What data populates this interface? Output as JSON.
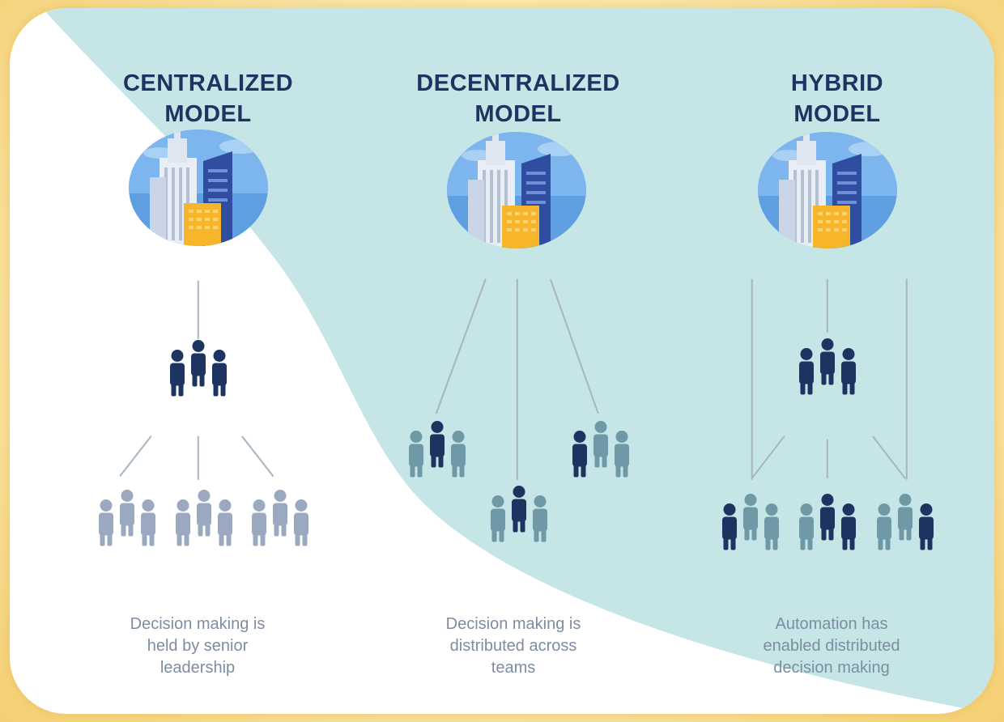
{
  "colors": {
    "frame_yellow": "#f5cf73",
    "card_bg": "#ffffff",
    "wave_teal": "#c5e5e6",
    "navy": "#1d3461",
    "grey_blue": "#9aa9c0",
    "teal_grey": "#6f99a6",
    "text_grey": "#7d8da1"
  },
  "models": [
    {
      "title_line1": "CENTRALIZED",
      "title_line2": "MODEL",
      "icon": "city-buildings-icon",
      "desc_line1": "Decision making is",
      "desc_line2": "held by senior",
      "desc_line3": "leadership"
    },
    {
      "title_line1": "DECENTRALIZED",
      "title_line2": "MODEL",
      "icon": "city-buildings-icon",
      "desc_line1": "Decision making is",
      "desc_line2": "distributed across",
      "desc_line3": "teams"
    },
    {
      "title_line1": "HYBRID",
      "title_line2": "MODEL",
      "icon": "city-buildings-icon",
      "desc_line1": "Automation has",
      "desc_line2": "enabled distributed",
      "desc_line3": "decision making"
    }
  ]
}
